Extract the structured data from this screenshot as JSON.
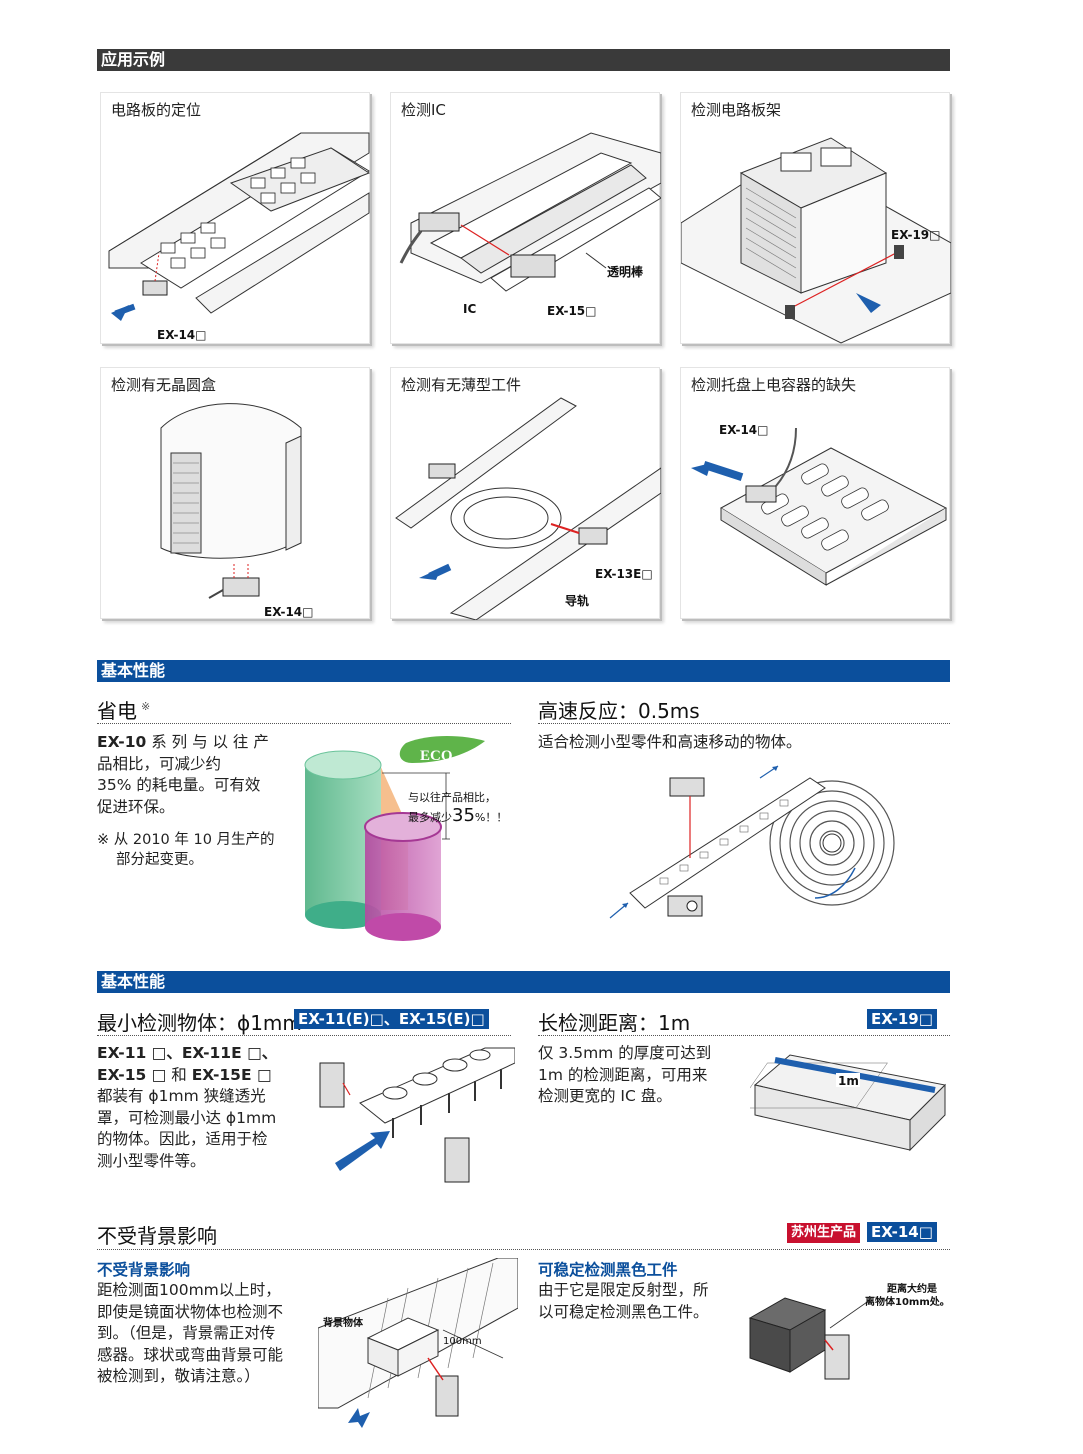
{
  "section_applications": {
    "header": "应用示例",
    "panels": [
      {
        "title": "电路板的定位",
        "labels": [
          "EX-14□"
        ]
      },
      {
        "title": "检测IC",
        "labels": [
          "透明棒",
          "IC",
          "EX-15□"
        ]
      },
      {
        "title": "检测电路板架",
        "labels": [
          "EX-19□"
        ]
      },
      {
        "title": "检测有无晶圆盒",
        "labels": [
          "EX-14□"
        ]
      },
      {
        "title": "检测有无薄型工件",
        "labels": [
          "EX-13E□",
          "导轨"
        ]
      },
      {
        "title": "检测托盘上电容器的缺失",
        "labels": [
          "EX-14□"
        ]
      }
    ]
  },
  "section_perf1": {
    "header": "基本性能",
    "power": {
      "title": "省电",
      "mark": "※",
      "model": "EX-10",
      "text_line1": "系 列 与 以 往 产",
      "text_rest": [
        "品相比，可减少约",
        "35% 的耗电量。可有效",
        "促进环保。"
      ],
      "note_mark": "※",
      "note": [
        "从 2010 年 10 月生产的",
        "部分起变更。"
      ],
      "eco_label": "ECO",
      "cmp_line1": "与以往产品相比，",
      "cmp_prefix": "最多减少",
      "cmp_value": "35",
      "cmp_suffix": "%！！",
      "accent_green": "#79c7a0",
      "accent_pink": "#c55fae"
    },
    "speed": {
      "title": "高速反应：0.5ms",
      "text": "适合检测小型零件和高速移动的物体。"
    }
  },
  "section_perf2": {
    "header": "基本性能",
    "min_object": {
      "title": "最小检测物体：ϕ1mm",
      "tag": "EX-11(E)□、EX-15(E)□",
      "lines": [
        {
          "bold": "EX-11 □、EX-11E □、"
        },
        {
          "bold": "EX-15 □",
          "plain": " 和 ",
          "bold2": "EX-15E □"
        },
        {
          "plain": "都装有 ϕ1mm 狭缝透光"
        },
        {
          "plain": "罩，可检测最小达 ϕ1mm"
        },
        {
          "plain": "的物体。因此，适用于检"
        },
        {
          "plain": "测小型零件等。"
        }
      ]
    },
    "long_distance": {
      "title": "长检测距离：1m",
      "tag": "EX-19□",
      "lines": [
        "仅 3.5mm 的厚度可达到",
        "1m 的检测距离，可用来",
        "检测更宽的 IC 盘。"
      ],
      "figure_label": "1m"
    },
    "background": {
      "title": "不受背景影响",
      "tag_red": "苏州生产品",
      "tag": "EX-14□",
      "left_heading": "不受背景影响",
      "left_lines": [
        "距检测面100mm以上时，",
        "即使是镜面状物体也检测不",
        "到。（但是，背景需正对传",
        "感器。球状或弯曲背景可能",
        "被检测到，敬请注意。）"
      ],
      "fig_bg_label": "背景物体",
      "fig_dist_label": "100mm",
      "right_heading": "可稳定检测黑色工件",
      "right_lines": [
        "由于它是限定反射型，所",
        "以可稳定检测黑色工件。"
      ],
      "fig_note": [
        "距离大约是",
        "离物体10mm处。"
      ]
    }
  },
  "colors": {
    "brand_blue": "#0b4f9c",
    "header_gray": "#3a3a3a",
    "red_tag": "#c8102e"
  }
}
